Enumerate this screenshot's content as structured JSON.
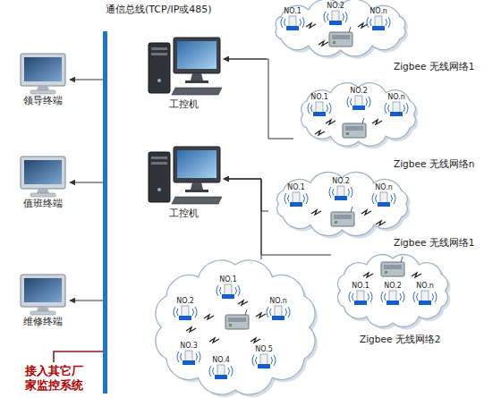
{
  "diagram": {
    "nodes": [
      {
        "text": [
          "通信总线(TCP/IP或485)"
        ]
      },
      {
        "text": [
          "领导终端"
        ]
      },
      {
        "text": [
          "值班终端"
        ]
      },
      {
        "text": [
          "维修终端"
        ]
      },
      {
        "text": [
          "工控机"
        ]
      },
      {
        "text": [
          "工控机"
        ]
      },
      {
        "text": [
          "Zigbee 无线网络1"
        ]
      },
      {
        "text": [
          "NO.1"
        ],
        "in": 6
      },
      {
        "text": [
          "NO.2"
        ],
        "in": 6
      },
      {
        "text": [
          "NO.n"
        ],
        "in": 6
      },
      {
        "text": [
          "Zigbee 无线网络n"
        ]
      },
      {
        "text": [
          "NO.1"
        ],
        "in": 10
      },
      {
        "text": [
          "NO.2"
        ],
        "in": 10
      },
      {
        "text": [
          "NO.n"
        ],
        "in": 10
      },
      {
        "text": [
          "Zigbee 无线网络1"
        ]
      },
      {
        "text": [
          "NO.1"
        ],
        "in": 14
      },
      {
        "text": [
          "NO.2"
        ],
        "in": 14
      },
      {
        "text": [
          "NO.n"
        ],
        "in": 14
      },
      {
        "text": []
      },
      {
        "text": [
          "NO.1"
        ],
        "in": 18
      },
      {
        "text": [
          "NO.2"
        ],
        "in": 18
      },
      {
        "text": [
          "NO.n"
        ],
        "in": 18
      },
      {
        "text": [
          "NO.3"
        ],
        "in": 18
      },
      {
        "text": [
          "NO.4"
        ],
        "in": 18
      },
      {
        "text": [
          "NO.5"
        ],
        "in": 18
      },
      {
        "text": [
          "Zigbee 无线网络2"
        ]
      },
      {
        "text": [
          "NO.1"
        ],
        "in": 25
      },
      {
        "text": [
          "NO.2"
        ],
        "in": 25
      },
      {
        "text": [
          "NO.n"
        ],
        "in": 25
      }
    ],
    "edges": [
      {
        "from": 0,
        "to": 1,
        "arrow": "to"
      },
      {
        "from": 0,
        "to": 2,
        "arrow": "to"
      },
      {
        "from": 0,
        "to": 3,
        "arrow": "to"
      },
      {
        "from": 6,
        "to": 4,
        "arrow": "to"
      },
      {
        "from": 10,
        "to": 4,
        "arrow": "to"
      },
      {
        "from": 14,
        "to": 5,
        "arrow": "to"
      },
      {
        "from": 18,
        "to": 5,
        "arrow": "to"
      },
      {
        "from": 25,
        "to": 5,
        "arrow": "to"
      }
    ],
    "labels": [
      "接入其它厂家监控系统"
    ]
  }
}
